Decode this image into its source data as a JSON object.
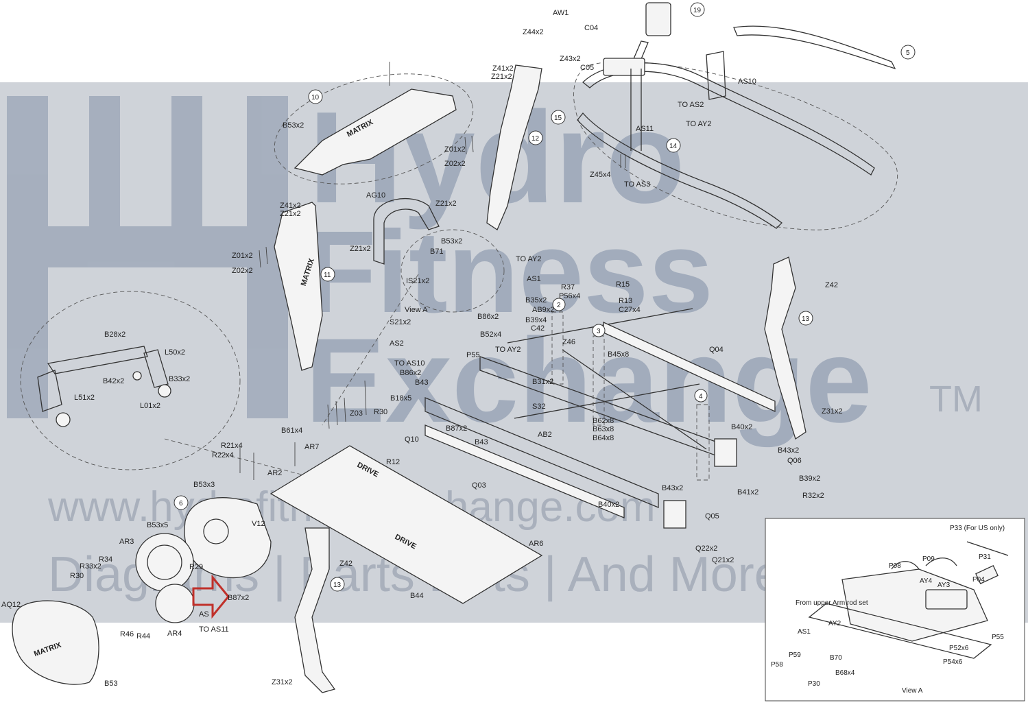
{
  "watermark": {
    "line1": "Hydro",
    "line2": "Fitness",
    "line3": "Exchange",
    "tm": "TM",
    "url": "www.hydrafitnessexchange.com",
    "tagline": "Diagrams | Parts Lists | And More"
  },
  "colors": {
    "band": "#bfc4cc",
    "watermark": "#5c6f8e",
    "arrow": "#c0302a",
    "line": "#333333"
  },
  "brand": {
    "matrix": "MATRIX",
    "drive": "DRIVE"
  },
  "callouts": [
    "19",
    "5",
    "10",
    "12",
    "15",
    "14",
    "11",
    "2",
    "3",
    "4",
    "13",
    "6",
    "13"
  ],
  "labels": [
    "AW1",
    "Z44x2",
    "C04",
    "Z43x2",
    "C05",
    "AS10",
    "TO AS2",
    "TO AY2",
    "AS11",
    "Z45x4",
    "TO AS3",
    "Z41x2",
    "Z21x2",
    "B53x2",
    "Z01x2",
    "Z02x2",
    "AG10",
    "Z21x2",
    "Z41x2",
    "Z21x2",
    "Z21x2",
    "B53x2",
    "B71",
    "IS21x2",
    "TO AY2",
    "AS1",
    "R15",
    "R37",
    "P56x4",
    "R13",
    "C27x4",
    "B35x2",
    "AB9x2",
    "B86x2",
    "B39x4",
    "C42",
    "View A",
    "Z01x2",
    "Z02x2",
    "B28x2",
    "L50x2",
    "B42x2",
    "B33x2",
    "L51x2",
    "L01x2",
    "S21x2",
    "AS2",
    "TO AS10",
    "B86x2",
    "B43",
    "P55",
    "TO AY2",
    "B52x4",
    "Z46",
    "B45x8",
    "Q04",
    "Z42",
    "B31x2",
    "B18x5",
    "S32",
    "Z03",
    "R30",
    "B61x4",
    "B87x2",
    "B43",
    "Q10",
    "B62x8",
    "B63x8",
    "B64x8",
    "Z31x2",
    "B40x2",
    "AB2",
    "R21x4",
    "R22x4",
    "AR7",
    "R12",
    "AR2",
    "B43x2",
    "Q06",
    "Q03",
    "B39x2",
    "R32x2",
    "B41x2",
    "B53x3",
    "B43x2",
    "B40x2",
    "Q05",
    "V12",
    "B53x5",
    "AR3",
    "AR6",
    "R34",
    "R33x2",
    "R30",
    "R29",
    "Z42",
    "Q22x2",
    "Q21x2",
    "B87x2",
    "B44",
    "AS",
    "AQ12",
    "R46",
    "R44",
    "AR4",
    "TO AS11",
    "B53",
    "Z31x2"
  ],
  "view_a": {
    "title": "View A",
    "p33_note": "P33 (For US only)",
    "from_upper": "From upper Arm rod set",
    "labels": [
      "P31",
      "P08",
      "P09",
      "AY4",
      "AY3",
      "P04",
      "AS1",
      "AY2",
      "P52x6",
      "P55",
      "P54x6",
      "P59",
      "B70",
      "P58",
      "B68x4",
      "P30"
    ]
  }
}
